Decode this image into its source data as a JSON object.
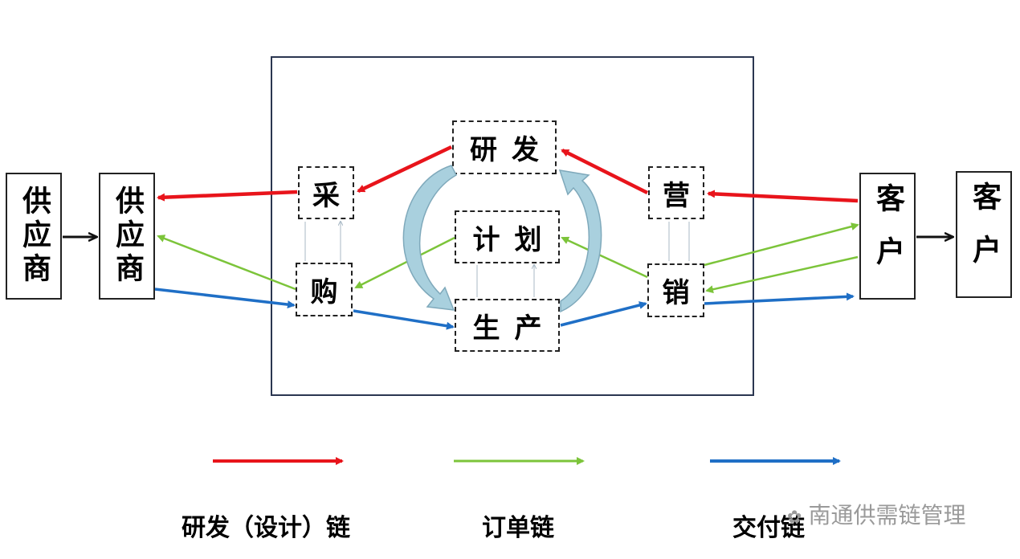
{
  "nodes": {
    "supplier_outer": "供应商",
    "supplier_inner": "供应商",
    "customer_inner": "客户",
    "customer_outer": "客户",
    "rd": "研发",
    "plan": "计划",
    "production": "生产",
    "procure_1": "采",
    "procure_2": "购",
    "marketing_1": "营",
    "marketing_2": "销"
  },
  "legend": {
    "items": [
      {
        "label": "研发（设计）链",
        "color": "#e8141b"
      },
      {
        "label": "订单链",
        "color": "#7cc43a"
      },
      {
        "label": "交付链",
        "color": "#1f6fc6"
      }
    ]
  },
  "colors": {
    "rd_chain": "#e8141b",
    "order_chain": "#7cc43a",
    "delivery_chain": "#1f6fc6",
    "cycle_arrow": "#9fc8d8",
    "frame": "#2b3650"
  },
  "watermark": {
    "icon": "wechat-icon",
    "text": "南通供需链管理"
  }
}
